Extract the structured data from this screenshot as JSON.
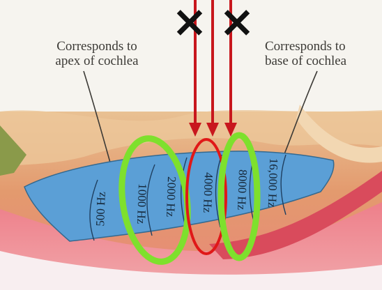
{
  "captions": {
    "apex": [
      "Corresponds to",
      "apex of cochlea"
    ],
    "base": [
      "Corresponds to",
      "base of cochlea"
    ]
  },
  "frequency_bands": [
    "500 Hz",
    "1000 Hz",
    "2000 Hz",
    "4000 Hz",
    "8000 Hz",
    "16,000 Hz"
  ],
  "marks": {
    "blocked": "×"
  },
  "colors": {
    "membrane": "#5b9fd6",
    "tissue": "#e58a72",
    "highlight_green": "#7ee02d",
    "highlight_red": "#e01818",
    "arrow": "#c8171d"
  }
}
